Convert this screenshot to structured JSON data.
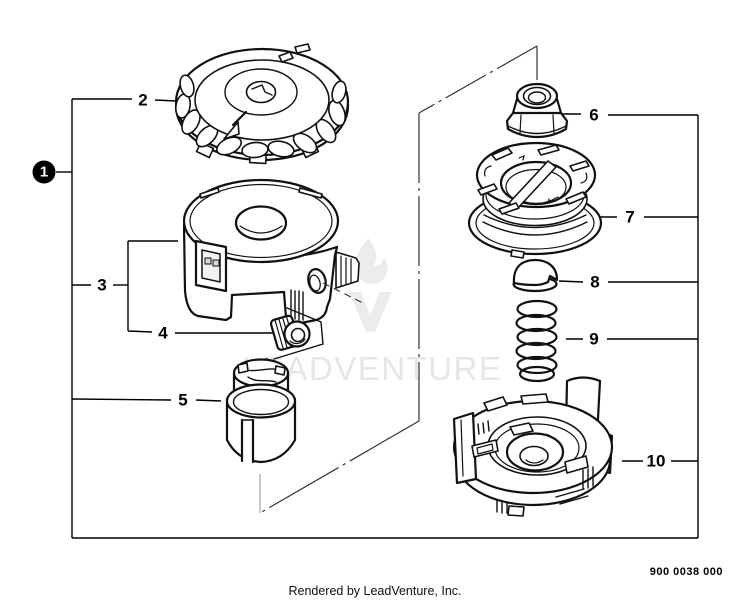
{
  "watermark": {
    "text": "LEADVENTURE",
    "logo": "leadventure-flame-v-logo",
    "color": "#e6e6e6"
  },
  "callouts": {
    "c1": "1",
    "c2": "2",
    "c3": "3",
    "c4": "4",
    "c5": "5",
    "c6": "6",
    "c7": "7",
    "c8": "8",
    "c9": "9",
    "c10": "10"
  },
  "footer": {
    "part_number": "900 0038 000",
    "credit": "Rendered by LeadVenture, Inc."
  },
  "colors": {
    "line": "#111111",
    "background": "#ffffff",
    "watermark": "#e6e6e6"
  }
}
